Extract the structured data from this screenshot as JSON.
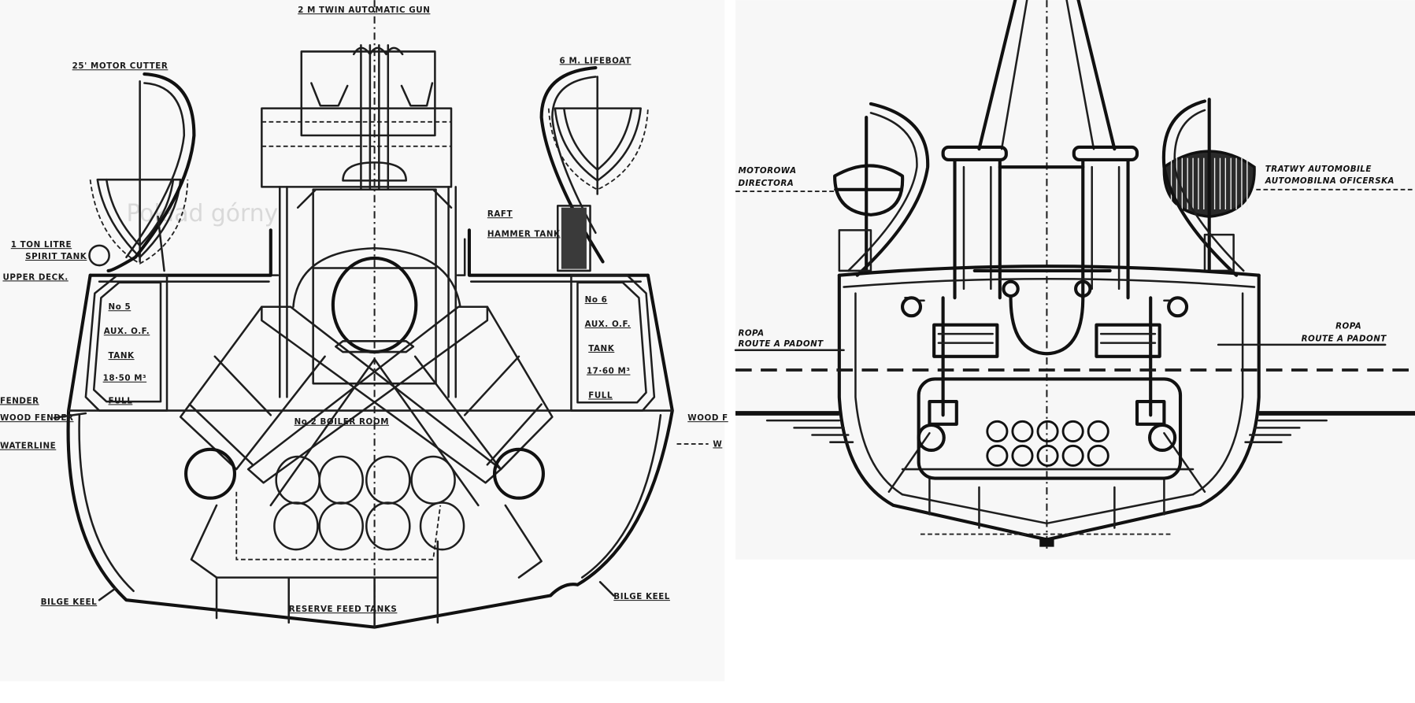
{
  "left_drawing": {
    "gun_label": "2 M TWIN AUTOMATIC GUN",
    "port_boat_label": "25' MOTOR CUTTER",
    "starboard_boat_label": "6 M. LIFEBOAT",
    "spirit_tank_label_1": "1 TON LITRE",
    "spirit_tank_label_2": "SPIRIT TANK",
    "upper_deck_label": "UPPER DECK.",
    "raft_label_1": "RAFT",
    "raft_label_2": "HAMMER TANK",
    "tank_port": [
      "No 5",
      "AUX. O.F.",
      "TANK",
      "18·50 M³",
      "FULL"
    ],
    "tank_starboard": [
      "No 6",
      "AUX. O.F.",
      "TANK",
      "17·60 M³",
      "FULL"
    ],
    "boiler_room_label": "No 2 BOILER ROOM",
    "fender_label": "FENDER",
    "wood_fender_label": "WOOD FENDER",
    "waterline_label": "WATERLINE",
    "wood_fender_right_label": "WOOD F",
    "waterline_right_label": "W",
    "bilge_keel_port_label": "BILGE KEEL",
    "bilge_keel_starboard_label": "BILGE KEEL",
    "reserve_tanks_label": "RESERVE FEED TANKS",
    "watermark": "Pokład górny"
  },
  "right_drawing": {
    "left_boat_label_1": "MOTOROWA",
    "left_boat_label_2": "DIRECTORA",
    "right_boat_label_1": "TRATWY AUTOMOBILE",
    "right_boat_label_2": "AUTOMOBILNA OFICERSKA",
    "left_rope_label_1": "ROPA",
    "left_rope_label_2": "ROUTE A PADONT",
    "right_rope_label_1": "ROPA",
    "right_rope_label_2": "ROUTE A PADONT"
  }
}
